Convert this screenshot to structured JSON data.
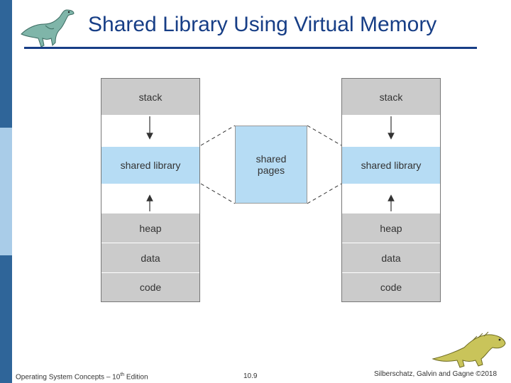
{
  "title": "Shared Library Using Virtual Memory",
  "left_process": {
    "stack": "stack",
    "shared_library": "shared library",
    "heap": "heap",
    "data": "data",
    "code": "code"
  },
  "right_process": {
    "stack": "stack",
    "shared_library": "shared library",
    "heap": "heap",
    "data": "data",
    "code": "code"
  },
  "shared_pages": {
    "line1": "shared",
    "line2": "pages"
  },
  "footer": {
    "book": "Operating System Concepts – 10",
    "edition_sup": "th",
    "edition_word": " Edition",
    "page_number": "10.9",
    "copyright": "Silberschatz, Galvin and Gagne ©2018"
  },
  "colors": {
    "title": "#173e86",
    "gray_segment": "#cbcbcb",
    "blue_segment": "#b6dcf4",
    "sidebar_dark": "#2f6599",
    "sidebar_light": "#a9cce8"
  },
  "icons": {
    "top_logo": "dinosaur-icon",
    "bottom_logo": "dinosaur-icon"
  }
}
